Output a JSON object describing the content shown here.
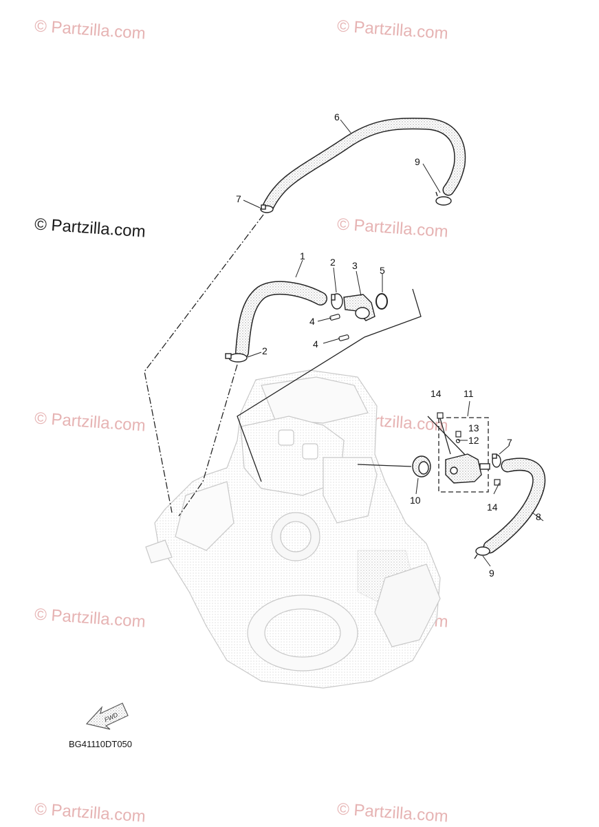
{
  "watermark": {
    "text": "© Partzilla.com",
    "color": "#e6b3b3",
    "strong_color": "#1a1a1a"
  },
  "diagram": {
    "code": "BG41110DT050",
    "fwd_label": "FWD",
    "callouts": {
      "c1": "1",
      "c2a": "2",
      "c2b": "2",
      "c3": "3",
      "c4a": "4",
      "c4b": "4",
      "c5": "5",
      "c6": "6",
      "c7a": "7",
      "c7b": "7",
      "c8": "8",
      "c9a": "9",
      "c9b": "9",
      "c10": "10",
      "c11": "11",
      "c12": "12",
      "c13": "13",
      "c14a": "14",
      "c14b": "14"
    },
    "icons": [
      "engine-icon",
      "hose-icon",
      "clamp-icon",
      "thermostat-icon",
      "fwd-arrow-icon"
    ]
  }
}
